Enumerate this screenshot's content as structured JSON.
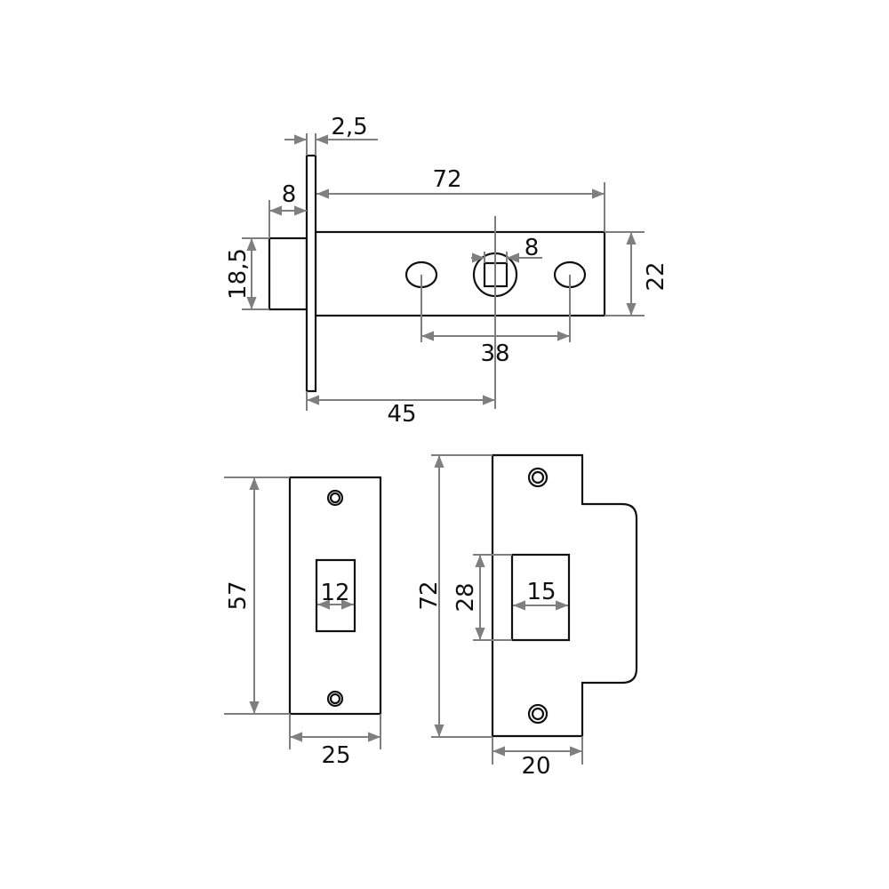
{
  "title": "Latch dimension drawing",
  "colors": {
    "outline": "#111111",
    "dimension": "#7f7f7f"
  },
  "latch": {
    "faceplate_thickness": "2,5",
    "bolt_projection": "8",
    "body_length": "72",
    "bolt_height": "18,5",
    "body_height": "22",
    "spindle": "8",
    "fixing_spacing": "38",
    "backset": "45"
  },
  "forend_plate": {
    "height": "57",
    "width": "25",
    "opening": "12"
  },
  "strike_plate": {
    "height": "72",
    "width": "20",
    "opening_height": "28",
    "opening_width": "15"
  }
}
